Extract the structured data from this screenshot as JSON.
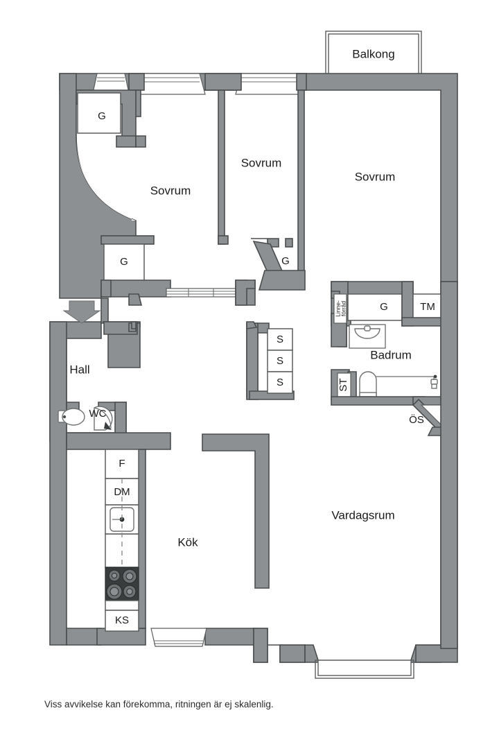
{
  "document": {
    "type": "floor-plan",
    "language": "sv",
    "caption": "Viss avvikelse kan förekomma, ritningen är ej skalenlig.",
    "background_color": "#ffffff",
    "wall_fill_color": "#8d9092",
    "wall_stroke_color": "#4a4d4e",
    "text_color": "#1a1a1a"
  },
  "rooms": {
    "balcony": {
      "label": "Balkong"
    },
    "bedroom_left": {
      "label": "Sovrum"
    },
    "bedroom_middle": {
      "label": "Sovrum"
    },
    "bedroom_right": {
      "label": "Sovrum"
    },
    "hall": {
      "label": "Hall"
    },
    "wc": {
      "label": "WC"
    },
    "kitchen": {
      "label": "Kök"
    },
    "living_room": {
      "label": "Vardagsrum"
    },
    "bathroom": {
      "label": "Badrum"
    }
  },
  "closets": {
    "bedroom_left_top": {
      "label": "G"
    },
    "bedroom_left_bottom": {
      "label": "G"
    },
    "bedroom_middle": {
      "label": "G"
    },
    "bathroom_hall": {
      "label": "G"
    },
    "linen": {
      "label": "Linne-\nförråd",
      "line1": "Linne-",
      "line2": "förråd"
    },
    "laundry": {
      "label": "TM"
    },
    "cleaning": {
      "label": "ST"
    },
    "outer_storage": {
      "label": "ÖS"
    },
    "corridor_s1": {
      "label": "S"
    },
    "corridor_s2": {
      "label": "S"
    },
    "corridor_s3": {
      "label": "S"
    }
  },
  "appliances": {
    "fridge": {
      "label": "F"
    },
    "dishwasher": {
      "label": "DM"
    },
    "cabinet": {
      "label": "KS"
    }
  },
  "annotations": {
    "entrance_arrow": {
      "name": "entrance-direction-arrow"
    }
  }
}
